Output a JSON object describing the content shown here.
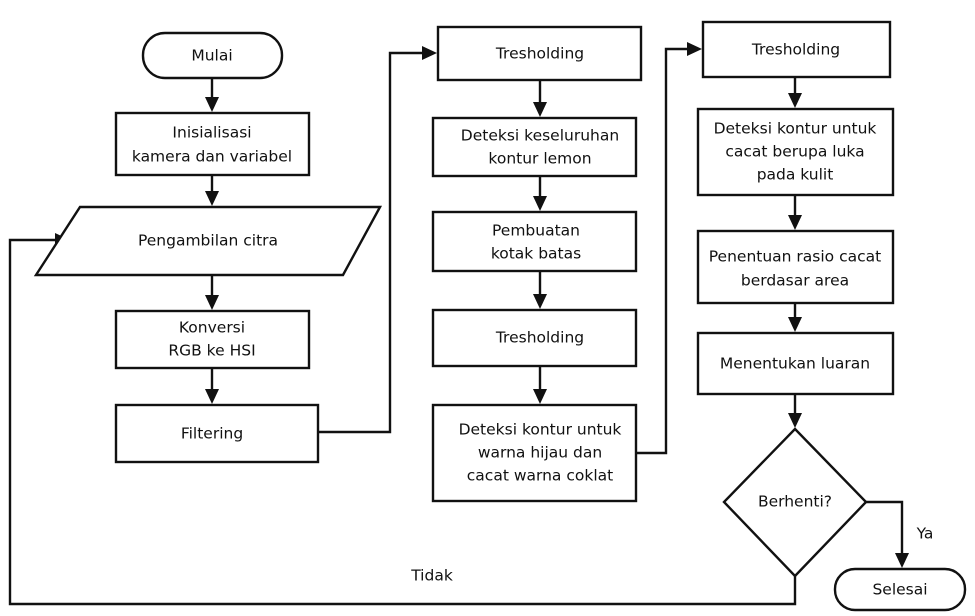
{
  "flowchart": {
    "start": "Mulai",
    "init": [
      "Inisialisasi",
      "kamera dan variabel"
    ],
    "capture": "Pengambilan citra",
    "convert": [
      "Konversi",
      "RGB ke HSI"
    ],
    "filter": "Filtering",
    "thresh1": "Tresholding",
    "detect_all": [
      "Deteksi keseluruhan",
      "kontur lemon"
    ],
    "bbox": [
      "Pembuatan",
      "kotak batas"
    ],
    "thresh2": "Tresholding",
    "detect_green": [
      "Deteksi kontur untuk",
      "warna hijau dan",
      "cacat warna coklat"
    ],
    "thresh3": "Tresholding",
    "detect_wound": [
      "Deteksi kontur untuk",
      "cacat berupa luka",
      "pada kulit"
    ],
    "ratio": [
      "Penentuan rasio cacat",
      "berdasar area"
    ],
    "output": "Menentukan luaran",
    "decision": "Berhenti?",
    "yes_label": "Ya",
    "no_label": "Tidak",
    "end": "Selesai"
  }
}
